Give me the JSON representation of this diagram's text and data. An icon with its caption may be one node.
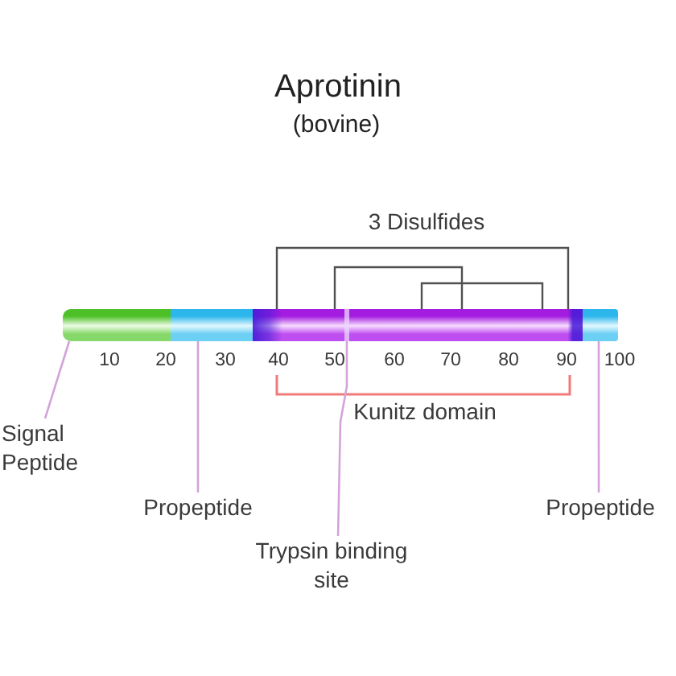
{
  "diagram": {
    "title": "Aprotinin",
    "nodes": [
      {
        "text": [],
        "shape": "bar"
      },
      {
        "text": [],
        "shape": "bar"
      },
      {
        "text": [],
        "shape": "line"
      },
      {
        "text": [],
        "shape": "bar"
      },
      {
        "text": [
          "Signal Peptide"
        ]
      },
      {
        "text": [
          "Propeptide"
        ]
      },
      {
        "text": [
          "Trypsin binding site"
        ]
      },
      {
        "text": [
          "Propeptide"
        ]
      }
    ],
    "edges": [
      {
        "from": 4,
        "to": 0,
        "arrow": "none"
      },
      {
        "from": 5,
        "to": 1,
        "arrow": "none"
      },
      {
        "from": 6,
        "to": 2,
        "arrow": "none"
      },
      {
        "from": 7,
        "to": 3,
        "arrow": "none"
      }
    ],
    "labels": [
      "(bovine)",
      "3 Disulfides",
      "10",
      "20",
      "30",
      "40",
      "50",
      "60",
      "70",
      "80",
      "90",
      "100",
      "Kunitz domain"
    ]
  }
}
